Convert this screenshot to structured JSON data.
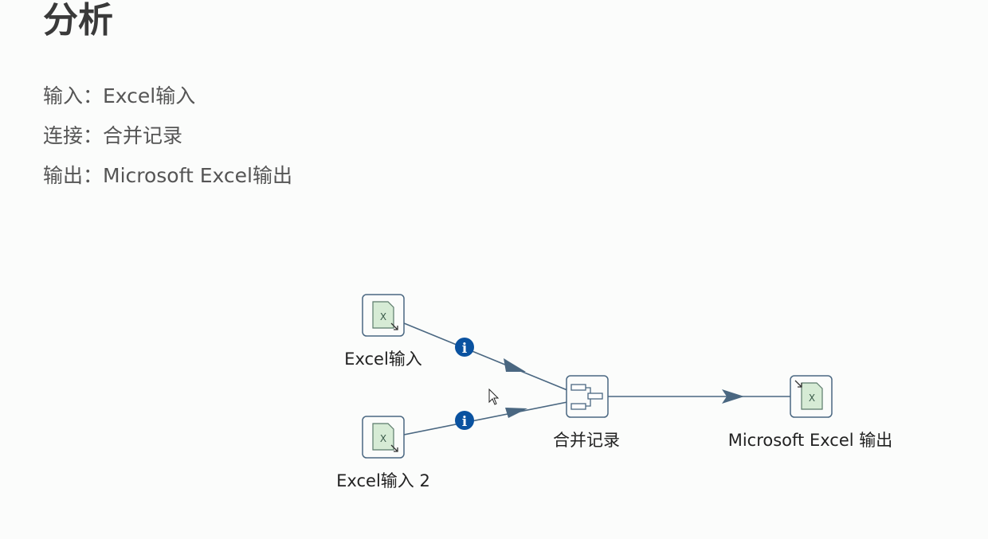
{
  "heading": "分析",
  "lines": [
    "输入：Excel输入",
    "连接：合并记录",
    "输出：Microsoft Excel输出"
  ],
  "diagram": {
    "nodes": [
      {
        "id": "excel-input-1",
        "label": "Excel输入",
        "icon": "excel-input-icon"
      },
      {
        "id": "excel-input-2",
        "label": "Excel输入 2",
        "icon": "excel-input-icon"
      },
      {
        "id": "merge-rows",
        "label": "合并记录",
        "icon": "merge-rows-icon"
      },
      {
        "id": "excel-output",
        "label": "Microsoft Excel 输出",
        "icon": "excel-output-icon"
      }
    ],
    "hop_info_icon": "info-icon",
    "colors": {
      "hop": "#4a6781",
      "info": "#0a52a0",
      "node_border": "#4a6781",
      "file_fill": "#d6ebd5"
    }
  }
}
